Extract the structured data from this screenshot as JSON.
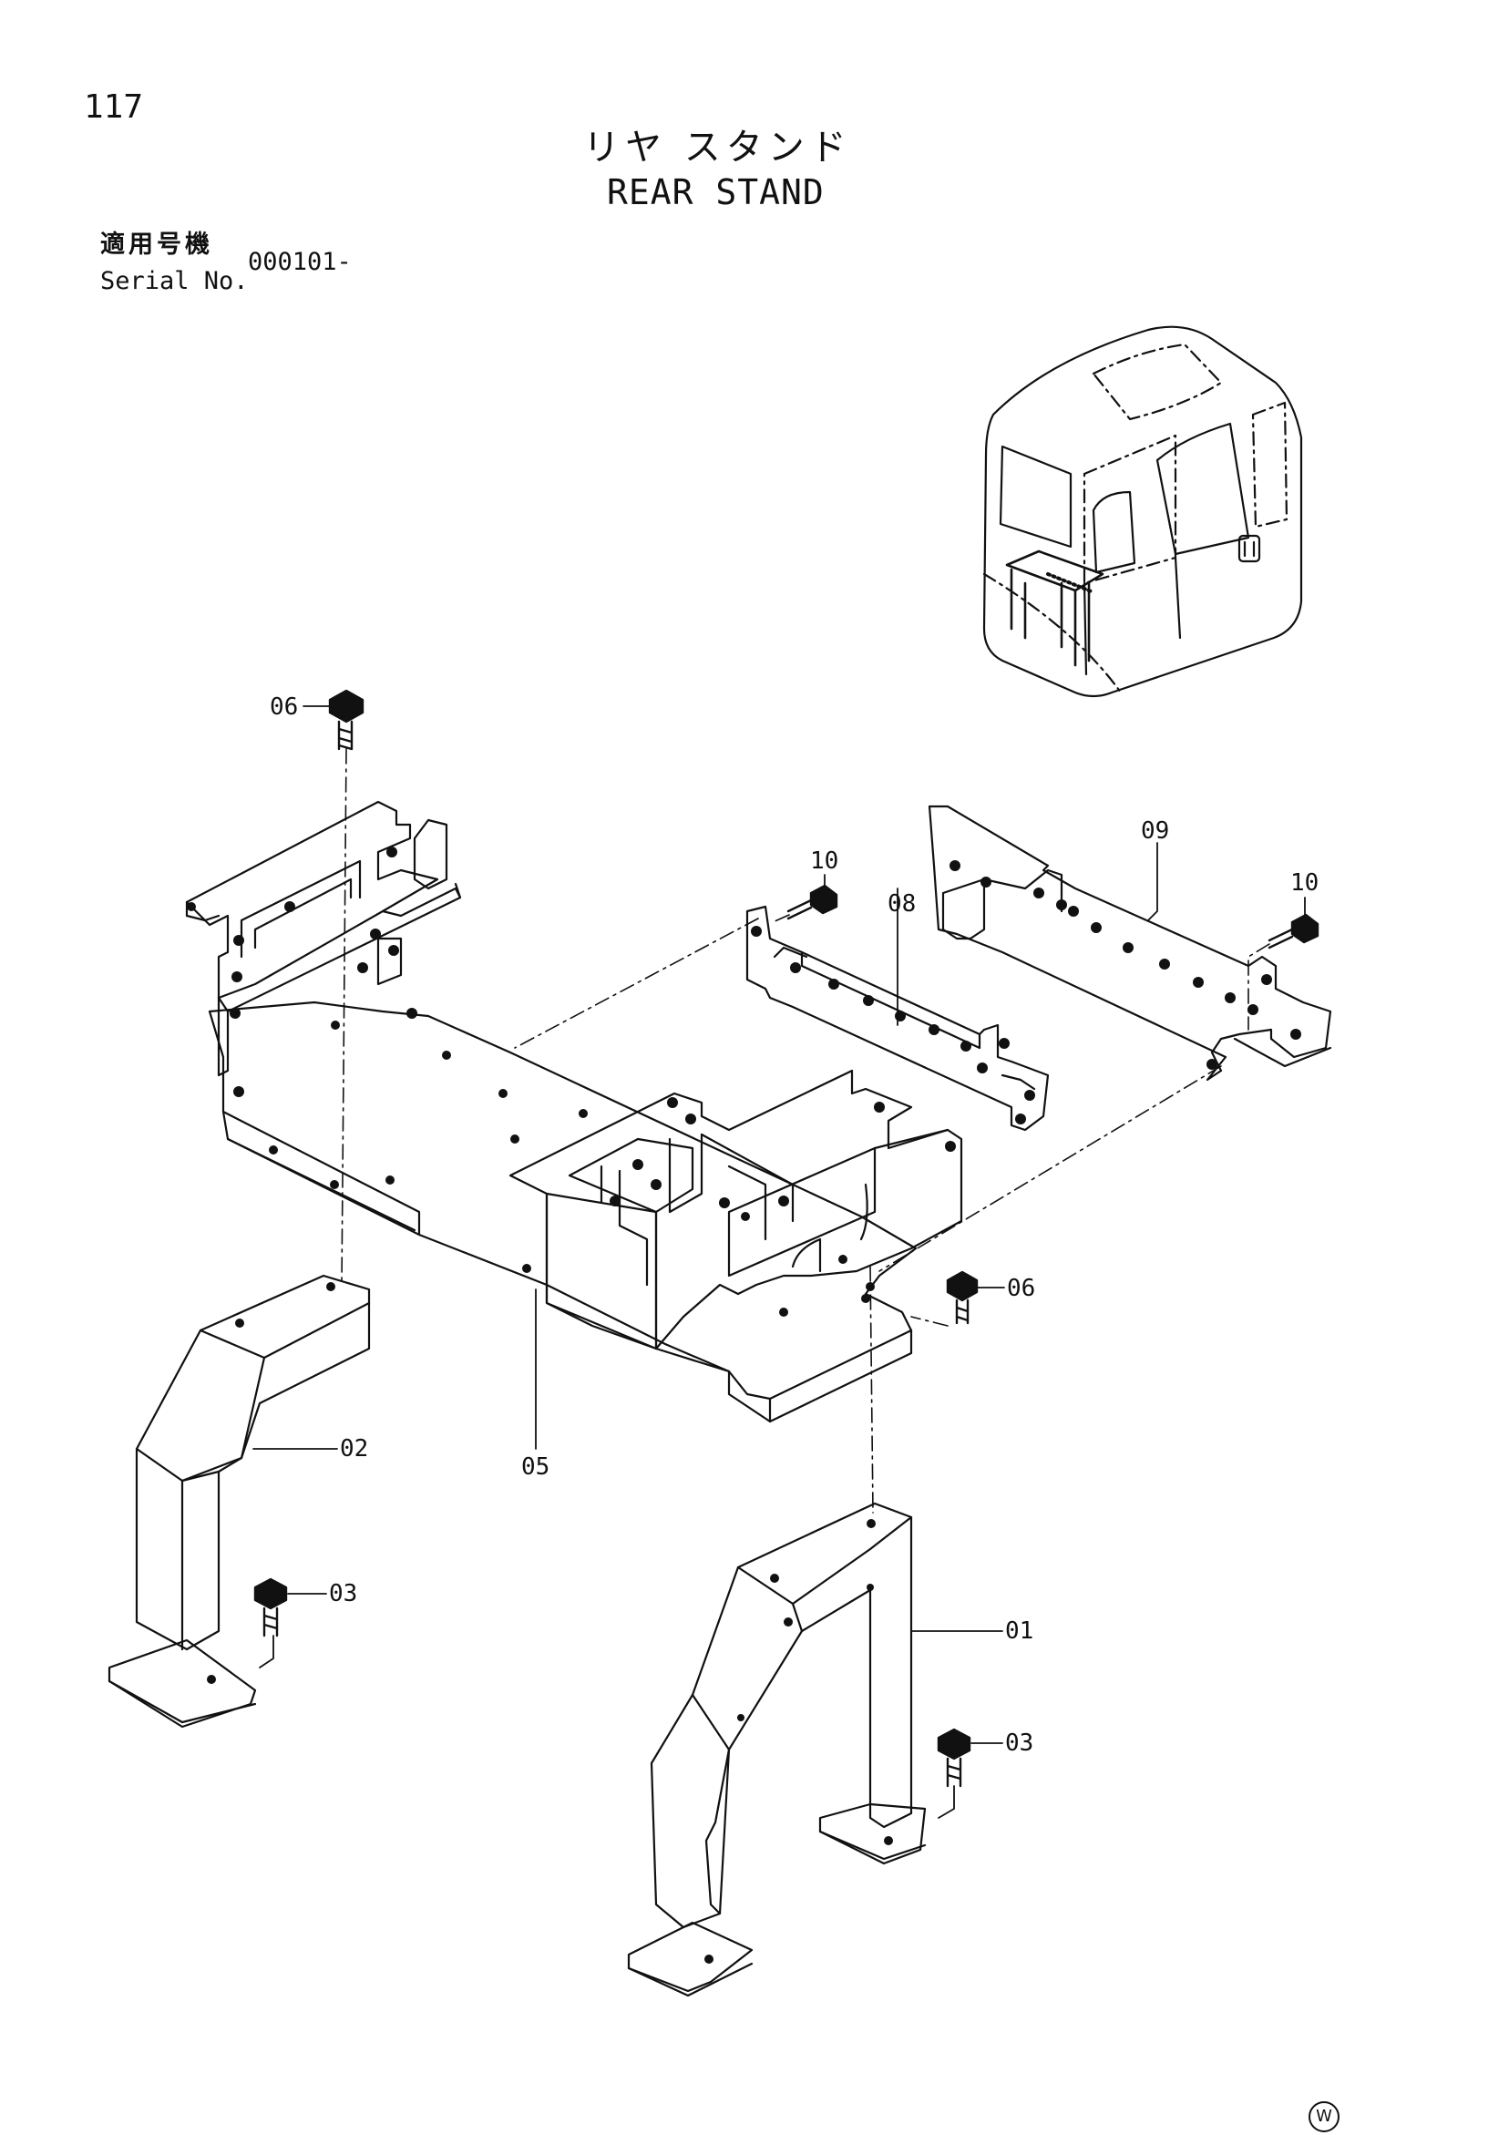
{
  "page_number": "117",
  "title_jp": "リヤ スタンド",
  "title_en": "REAR STAND",
  "serial": {
    "label_jp": "適用号機",
    "label_en": "Serial No.",
    "value": "000101-"
  },
  "callouts": {
    "c01": "01",
    "c02": "02",
    "c03a": "03",
    "c03b": "03",
    "c05": "05",
    "c06a": "06",
    "c06b": "06",
    "c08": "08",
    "c09": "09",
    "c10a": "10",
    "c10b": "10"
  },
  "mark": "W"
}
